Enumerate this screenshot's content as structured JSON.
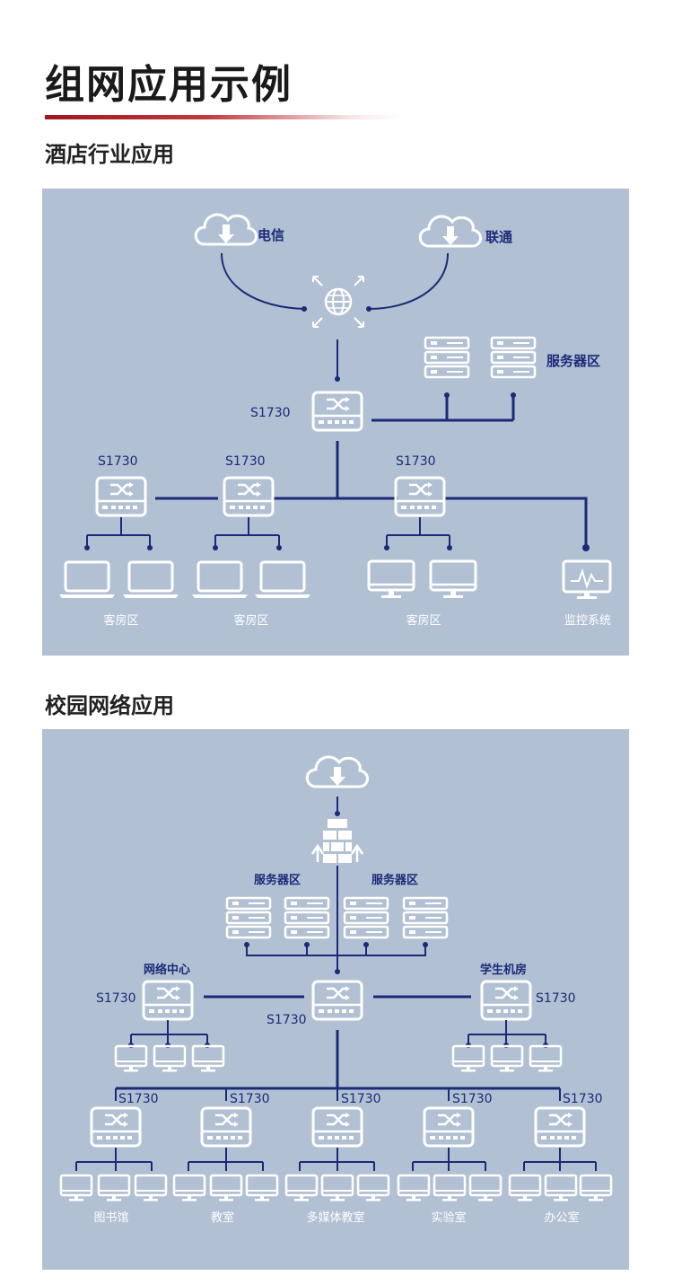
{
  "page": {
    "title": "组网应用示例",
    "section1_title": "酒店行业应用",
    "section2_title": "校园网络应用"
  },
  "hotel": {
    "isp1": "电信",
    "isp2": "联通",
    "server_area": "服务器区",
    "core_switch": "S1730",
    "access_switch1": "S1730",
    "access_switch2": "S1730",
    "access_switch3": "S1730",
    "room1": "客房区",
    "room2": "客房区",
    "room3": "客房区",
    "monitor": "监控系统"
  },
  "campus": {
    "server_area_left": "服务器区",
    "server_area_right": "服务器区",
    "network_center": "网络中心",
    "student_lab": "学生机房",
    "core_switch": "S1730",
    "left_switch": "S1730",
    "right_switch": "S1730",
    "access_switches": [
      "S1730",
      "S1730",
      "S1730",
      "S1730",
      "S1730"
    ],
    "areas": [
      "图书馆",
      "教室",
      "多媒体教室",
      "实验室",
      "办公室"
    ]
  },
  "colors": {
    "panel_bg": "#b2c0d3",
    "line": "#1b2a78",
    "accent_red": "#a3151c"
  }
}
